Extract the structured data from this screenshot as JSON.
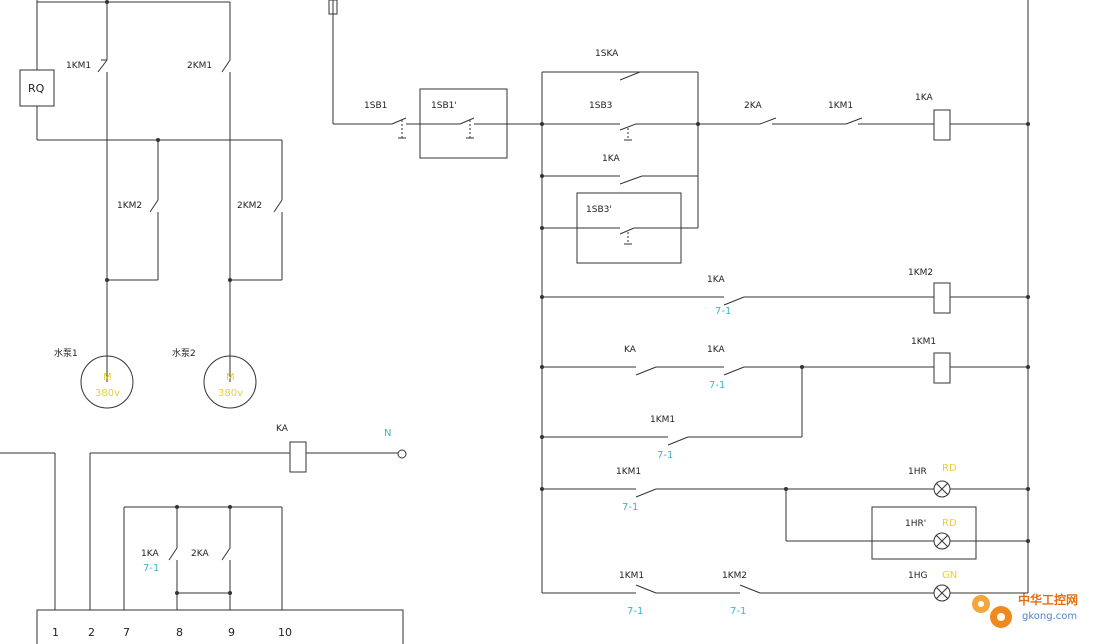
{
  "colors": {
    "line": "#333333",
    "ref": "#3fb6c6",
    "motor": "#e8cf3a",
    "lamp": "#e8cf3a",
    "watermark": "#e46f14"
  },
  "power": {
    "rq": "RQ",
    "km1a": "1KM1",
    "km1b": "2KM1",
    "km2a": "1KM2",
    "km2b": "2KM2",
    "pump1": "水泵1",
    "pump2": "水泵2",
    "motor_letter": "M",
    "motor_rating": "380v"
  },
  "relay": {
    "ka": "KA",
    "n": "N",
    "c1ka": "1KA",
    "c2ka": "2KA",
    "ref": "7-1",
    "terms": [
      "1",
      "2",
      "7",
      "8",
      "9",
      "10"
    ]
  },
  "ctrl": {
    "sb1": "1SB1",
    "sb1p": "1SB1'",
    "ska": "1SKA",
    "sb3": "1SB3",
    "ka_hold": "1KA",
    "sb3p": "1SB3'",
    "ka2": "2KA",
    "km1c": "1KM1",
    "ka_coil": "1KA",
    "r2_ka": "1KA",
    "r2_ref": "7-1",
    "r2_coil": "1KM2",
    "r3_ka": "KA",
    "r3_1ka": "1KA",
    "r3_ref": "7-1",
    "r3_coil": "1KM1",
    "r4_km1": "1KM1",
    "r4_ref": "7-1",
    "r5_km1": "1KM1",
    "r5_ref": "7-1",
    "hr": "1HR",
    "hr_color": "RD",
    "hrp": "1HR'",
    "hrp_color": "RD",
    "r6_km1": "1KM1",
    "r6_ref1": "7-1",
    "r6_km2": "1KM2",
    "r6_ref2": "7-1",
    "hg": "1HG",
    "hg_color": "GN"
  },
  "watermark": {
    "cn": "中华工控网",
    "url": "gkong.com"
  }
}
